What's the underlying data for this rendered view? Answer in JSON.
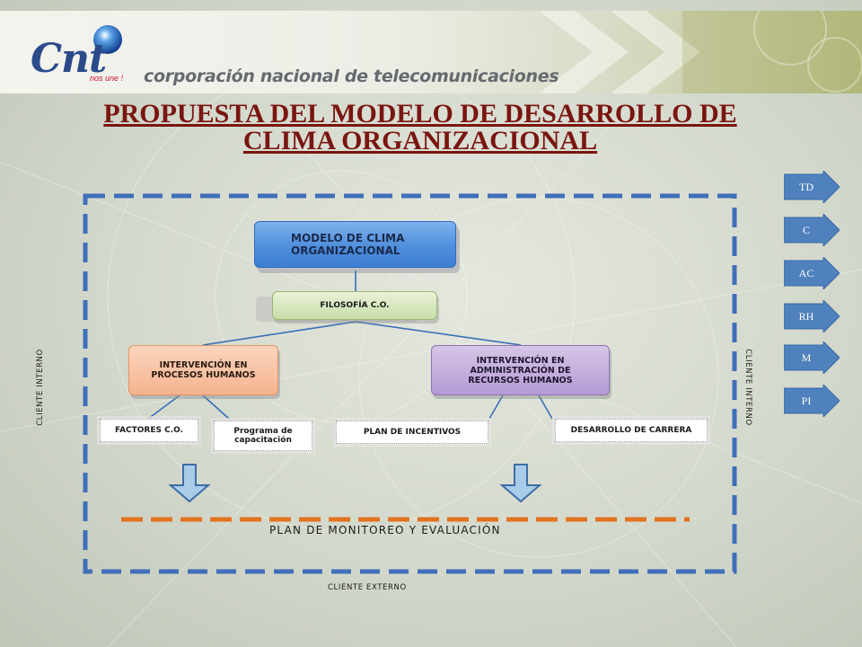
{
  "header": {
    "logo_word": "Cnt",
    "logo_tagline": "nos une !",
    "corporation_name": "corporación nacional de telecomunicaciones"
  },
  "title": {
    "line1": "PROPUESTA DEL MODELO DE DESARROLLO DE",
    "line2": "CLIMA ORGANIZACIONAL"
  },
  "diagram": {
    "main_box": {
      "line1": "MODELO DE CLIMA",
      "line2": "ORGANIZACIONAL"
    },
    "filosofia": "FILOSOFÍA C.O.",
    "procesos": {
      "line1": "INTERVENCIÓN EN",
      "line2": "PROCESOS HUMANOS"
    },
    "administracion": {
      "line1": "INTERVENCIÓN EN",
      "line2": "ADMINISTRACIÓN DE",
      "line3": "RECURSOS HUMANOS"
    },
    "factores": "FACTORES C.O.",
    "programa": {
      "line1": "Programa de",
      "line2": "capacitación"
    },
    "incentivos": "PLAN DE INCENTIVOS",
    "carrera": "DESARROLLO DE CARRERA",
    "plan_monitoreo": "PLAN DE MONITOREO Y EVALUACIÓN",
    "cliente_interno_left": "CLIENTE INTERNO",
    "cliente_interno_right": "CLIENTE INTERNO",
    "cliente_externo": "CLIENTE EXTERNO"
  },
  "nav_buttons": [
    {
      "label": "TD"
    },
    {
      "label": "C"
    },
    {
      "label": "AC"
    },
    {
      "label": "RH"
    },
    {
      "label": "M"
    },
    {
      "label": "PI"
    }
  ],
  "colors": {
    "title": "#7a1510",
    "frame_dash": "#3f6fb8",
    "plan_dash": "#e2731f",
    "nav_button": "#4f81bd",
    "arrow_fill": "#a9cce8"
  }
}
